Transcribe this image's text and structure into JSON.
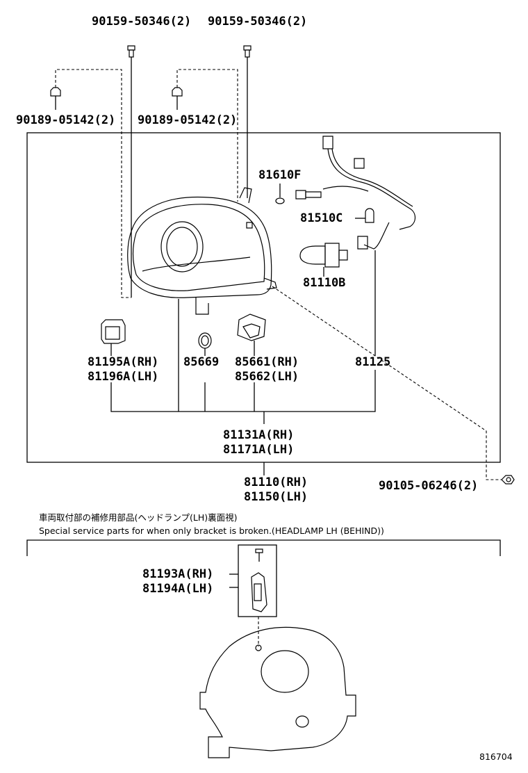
{
  "labels": {
    "p_90159_left": "90159-50346(2)",
    "p_90159_right": "90159-50346(2)",
    "p_90189_left": "90189-05142(2)",
    "p_90189_right": "90189-05142(2)",
    "p_81610F": "81610F",
    "p_81510C": "81510C",
    "p_81110B": "81110B",
    "p_81195A": "81195A(RH)",
    "p_81196A": "81196A(LH)",
    "p_85669": "85669",
    "p_85661": "85661(RH)",
    "p_85662": "85662(LH)",
    "p_81125": "81125",
    "p_81131A": "81131A(RH)",
    "p_81171A": "81171A(LH)",
    "p_81110": "81110(RH)",
    "p_81150": "81150(LH)",
    "p_90105": "90105-06246(2)",
    "p_81193A": "81193A(RH)",
    "p_81194A": "81194A(LH)"
  },
  "notes": {
    "jp": "車両取付部の補修用部品(ヘッドランプ(LH)裏面視)",
    "en": "Special service parts for when only bracket is broken.(HEADLAMP LH (BEHIND))"
  },
  "figure_id": "816704"
}
